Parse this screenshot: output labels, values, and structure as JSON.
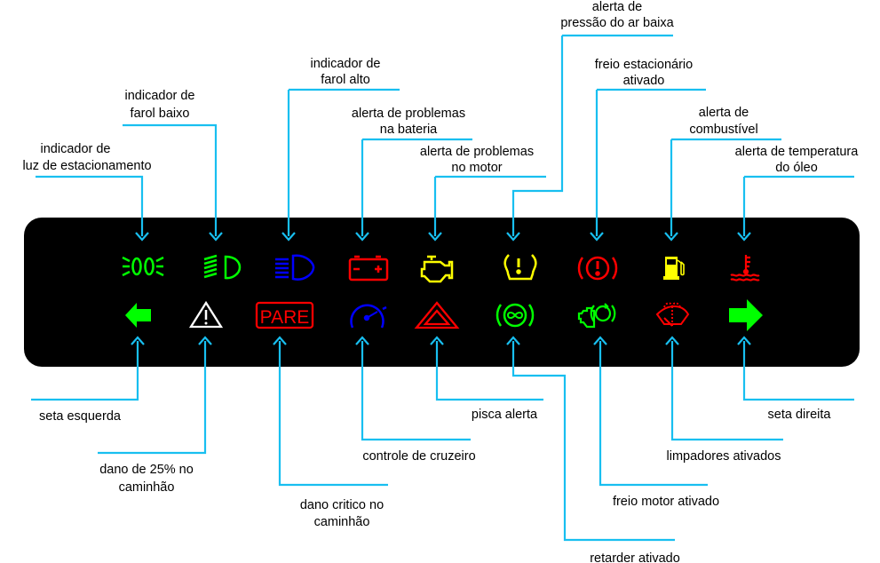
{
  "top_labels": [
    {
      "line1": "indicador de",
      "line2": "luz de estacionamento"
    },
    {
      "line1": "indicador de",
      "line2": "farol baixo"
    },
    {
      "line1": "indicador de",
      "line2": "farol alto"
    },
    {
      "line1": "alerta de problemas",
      "line2": "na bateria"
    },
    {
      "line1": "alerta de problemas",
      "line2": "no motor"
    },
    {
      "line1": "alerta de",
      "line2": "pressão do ar baixa"
    },
    {
      "line1": "freio estacionário",
      "line2": "ativado"
    },
    {
      "line1": "alerta de",
      "line2": "combustível"
    },
    {
      "line1": "alerta de temperatura",
      "line2": "do óleo"
    }
  ],
  "bottom_labels": [
    {
      "line1": "seta esquerda"
    },
    {
      "line1": "dano de 25% no",
      "line2": "caminhão"
    },
    {
      "line1": "dano critico no",
      "line2": "caminhão"
    },
    {
      "line1": "controle de cruzeiro"
    },
    {
      "line1": "pisca alerta"
    },
    {
      "line1": "retarder ativado"
    },
    {
      "line1": "freio motor ativado"
    },
    {
      "line1": "limpadores ativados"
    },
    {
      "line1": "seta direita"
    }
  ],
  "icons": {
    "pare_text": "PARE"
  },
  "colors": {
    "green": "#00ff00",
    "blue": "#0000ff",
    "red": "#ff0000",
    "yellow": "#ffff00",
    "white": "#ffffff",
    "leader": "#18bff0",
    "panel": "#000000"
  }
}
